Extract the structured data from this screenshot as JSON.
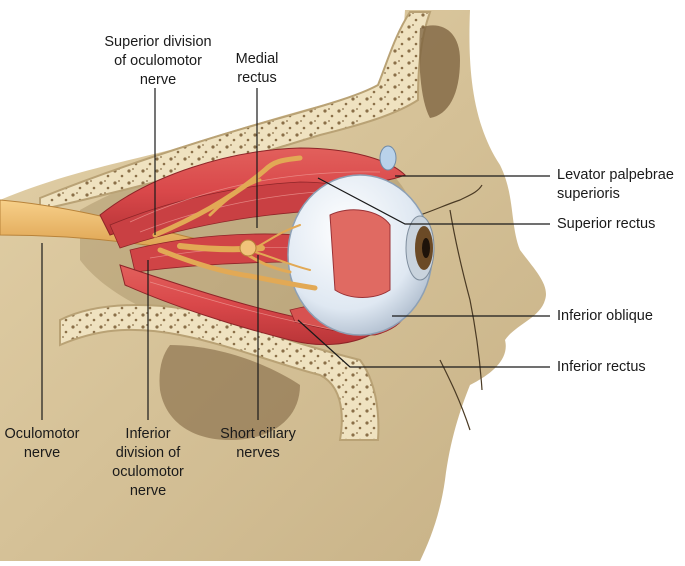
{
  "labels": {
    "superior_division": [
      "Superior division",
      "of oculomotor",
      "nerve"
    ],
    "medial_rectus": [
      "Medial",
      "rectus"
    ],
    "levator": [
      "Levator palpebrae",
      "superioris"
    ],
    "superior_rectus": [
      "Superior rectus"
    ],
    "inferior_oblique": [
      "Inferior oblique"
    ],
    "inferior_rectus": [
      "Inferior rectus"
    ],
    "oculomotor": [
      "Oculomotor",
      "nerve"
    ],
    "inferior_division": [
      "Inferior",
      "division of",
      "oculomotor",
      "nerve"
    ],
    "short_ciliary": [
      "Short ciliary",
      "nerves"
    ]
  },
  "colors": {
    "bone": "#d9c59c",
    "bone_shade": "#b8a37a",
    "cortex": "#efe2c0",
    "muscle": "#d9484a",
    "muscle_light": "#f0a09a",
    "nerve": "#e8b060",
    "eye": "#e4ecf4",
    "leader": "#1a1a1a"
  }
}
